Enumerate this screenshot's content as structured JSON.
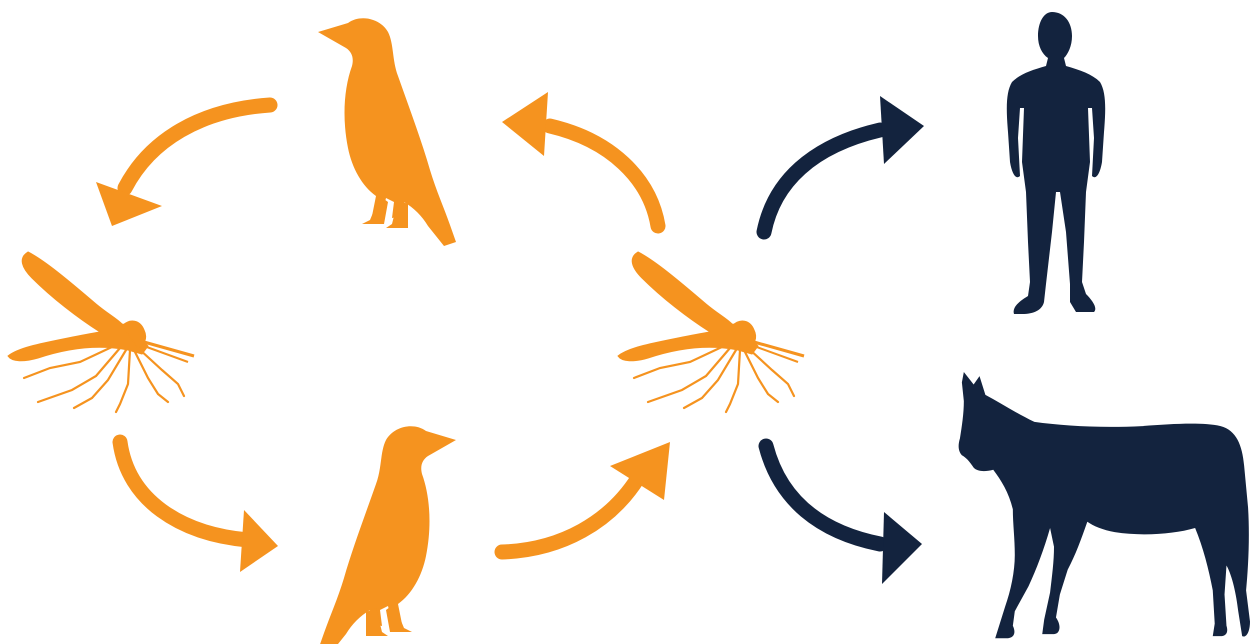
{
  "diagram": {
    "colors": {
      "cycle": "#F5931F",
      "dead_end": "#13233E",
      "background": "#FFFFFF"
    },
    "nodes": [
      {
        "id": "bird-top",
        "icon": "bird-icon",
        "role": "amplifying-host"
      },
      {
        "id": "bird-bottom",
        "icon": "bird-icon",
        "role": "amplifying-host"
      },
      {
        "id": "mosquito-left",
        "icon": "mosquito-icon",
        "role": "vector"
      },
      {
        "id": "mosquito-right",
        "icon": "mosquito-icon",
        "role": "vector"
      },
      {
        "id": "human",
        "icon": "human-icon",
        "role": "incidental-host"
      },
      {
        "id": "horse",
        "icon": "horse-icon",
        "role": "incidental-host"
      }
    ],
    "edges": [
      {
        "from": "bird-top",
        "to": "mosquito-left"
      },
      {
        "from": "mosquito-left",
        "to": "bird-bottom"
      },
      {
        "from": "bird-bottom",
        "to": "mosquito-right"
      },
      {
        "from": "mosquito-right",
        "to": "bird-top"
      },
      {
        "from": "mosquito-right",
        "to": "human"
      },
      {
        "from": "mosquito-right",
        "to": "horse"
      }
    ]
  }
}
